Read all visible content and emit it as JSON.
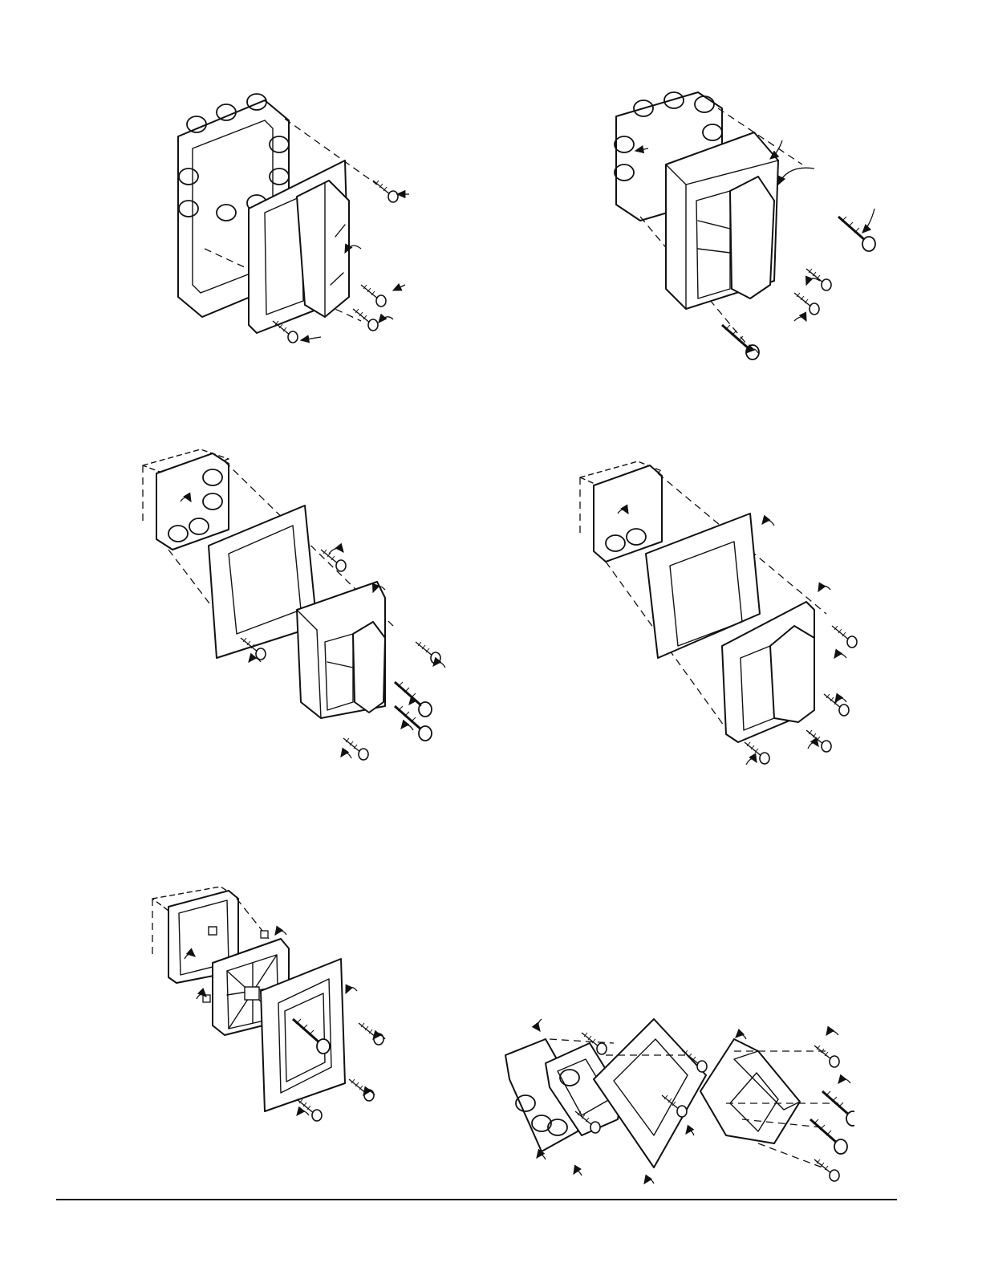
{
  "page": {
    "figures": [
      {
        "id": "fig-1",
        "icon": "mounting-diagram-4in-box-flush"
      },
      {
        "id": "fig-2",
        "icon": "mounting-diagram-4in-box-horn"
      },
      {
        "id": "fig-3",
        "icon": "mounting-diagram-trim-plate-horn"
      },
      {
        "id": "fig-4",
        "icon": "mounting-diagram-trim-plate-flush"
      },
      {
        "id": "fig-5",
        "icon": "mounting-diagram-backbox-grille"
      },
      {
        "id": "fig-6",
        "icon": "mounting-diagram-full-assembly"
      }
    ],
    "colors": {
      "ink": "#111111",
      "paper": "#ffffff"
    }
  }
}
